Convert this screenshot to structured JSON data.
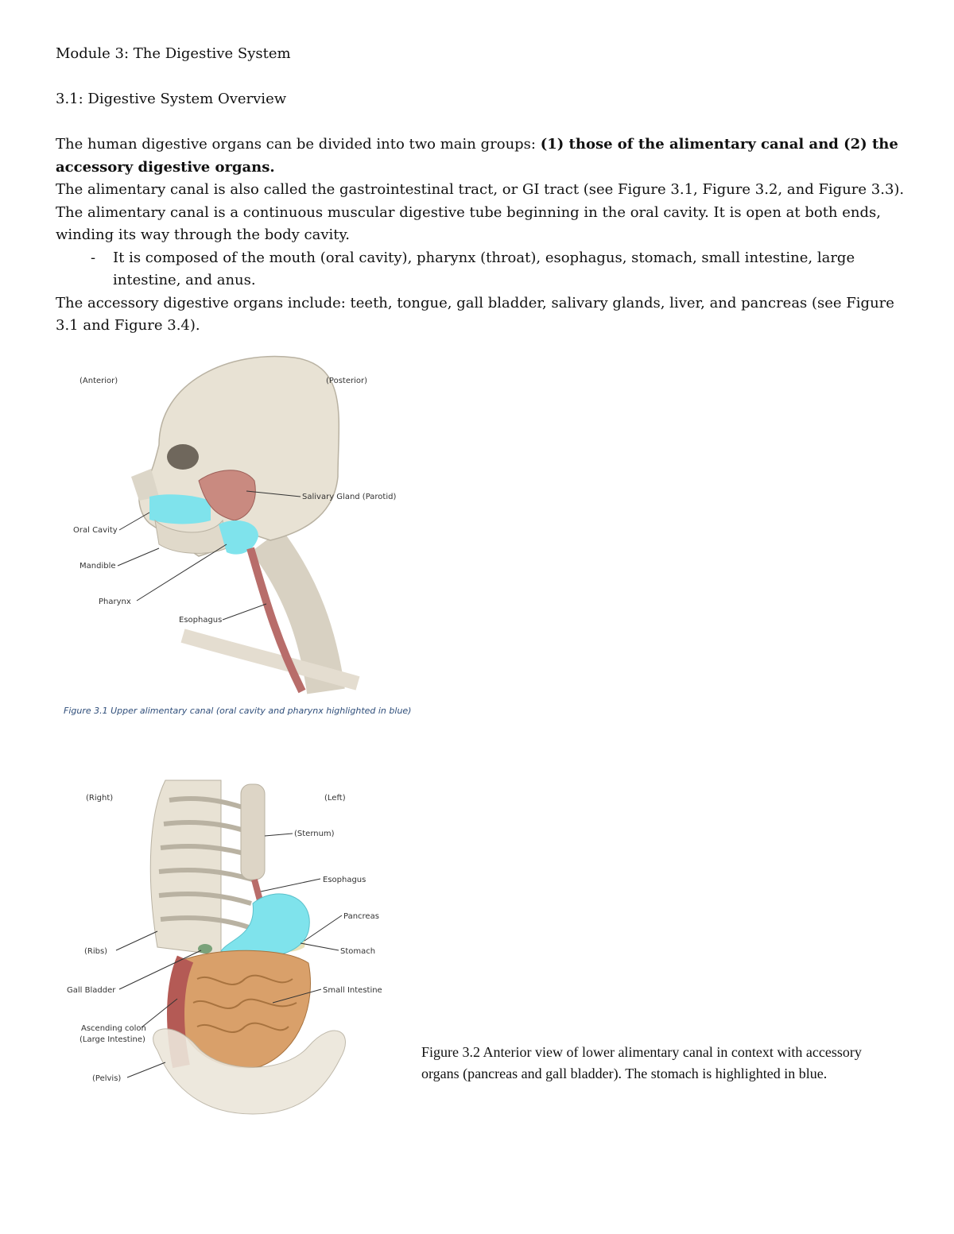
{
  "module_title": "Module 3: The Digestive System",
  "section_title": "3.1: Digestive System Overview",
  "paragraphs": {
    "p1_lead": "The human digestive organs can be divided into two main groups: ",
    "p1_bold": "(1) those of the alimentary canal and (2) the accessory digestive organs.",
    "p2": "The alimentary canal is also called the gastrointestinal tract, or GI tract (see Figure 3.1, Figure 3.2, and Figure 3.3).",
    "p3": "The alimentary canal is a continuous muscular digestive tube beginning in the oral cavity. It is open at both ends, winding its way through the body cavity.",
    "bullet_marker": "-",
    "bullet": "It is composed of the mouth (oral cavity), pharynx (throat), esophagus, stomach, small intestine, large intestine, and anus.",
    "p4": "The accessory digestive organs include: teeth, tongue, gall bladder, salivary glands, liver, and pancreas (see Figure 3.1 and Figure 3.4)."
  },
  "figure1": {
    "caption": "Figure 3.1 Upper alimentary canal (oral cavity and pharynx highlighted in blue)",
    "labels": {
      "anterior": "(Anterior)",
      "posterior": "(Posterior)",
      "salivary": "Salivary Gland (Parotid)",
      "oral_cavity": "Oral Cavity",
      "mandible": "Mandible",
      "pharynx": "Pharynx",
      "esophagus": "Esophagus"
    }
  },
  "figure2": {
    "caption": "Figure 3.2 Anterior view of lower alimentary canal in context with accessory organs (pancreas and gall bladder). The stomach is highlighted in blue.",
    "labels": {
      "right": "(Right)",
      "left": "(Left)",
      "sternum": "(Sternum)",
      "esophagus": "Esophagus",
      "pancreas": "Pancreas",
      "stomach": "Stomach",
      "ribs": "(Ribs)",
      "gall_bladder": "Gall Bladder",
      "small_intestine": "Small Intestine",
      "ascending_colon": "Ascending colon",
      "large_intestine": "(Large Intestine)",
      "pelvis": "(Pelvis)"
    }
  },
  "colors": {
    "highlight_blue": "#7fe3ec",
    "salivary_gland": "#c98a80",
    "esophagus": "#b86d6a",
    "bone": "#e8e2d4",
    "intestine": "#d9a06a",
    "colon": "#b45a55",
    "caption_blue": "#2f4e7a"
  }
}
